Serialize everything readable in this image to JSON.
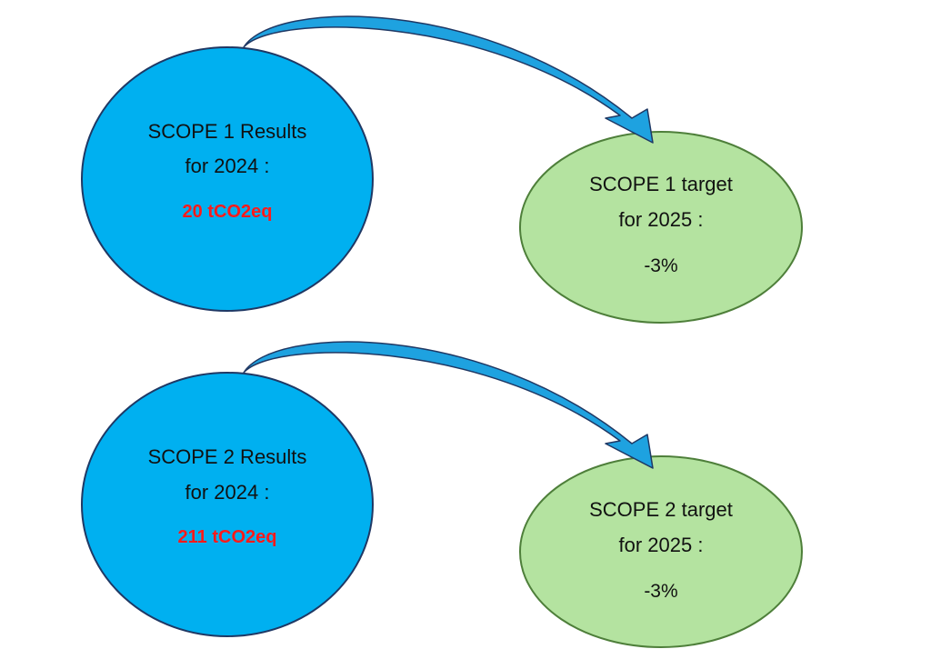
{
  "colors": {
    "result_fill": "#00B0F0",
    "result_stroke": "#1F3864",
    "target_fill": "#B4E3A0",
    "target_stroke": "#4E7F3A",
    "arrow_fill": "#1EA2E0",
    "arrow_stroke": "#1F3864",
    "value_red": "#FF1A1A"
  },
  "scope1": {
    "result": {
      "line1": "SCOPE 1 Results",
      "line2": "for 2024 :",
      "value": "20 tCO2eq"
    },
    "target": {
      "line1": "SCOPE 1 target",
      "line2": "for 2025 :",
      "value": "-3%"
    }
  },
  "scope2": {
    "result": {
      "line1": "SCOPE 2 Results",
      "line2": "for 2024 :",
      "value": "211 tCO2eq"
    },
    "target": {
      "line1": "SCOPE 2 target",
      "line2": "for 2025 :",
      "value": "-3%"
    }
  }
}
